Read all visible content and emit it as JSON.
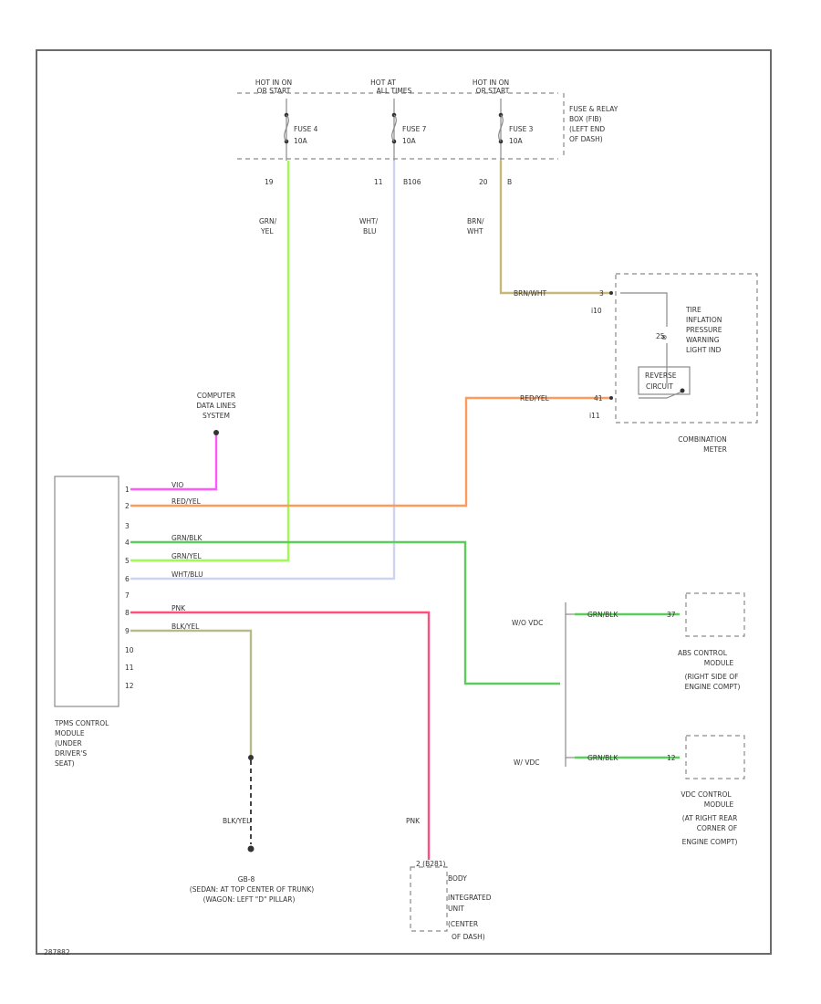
{
  "colors": {
    "green_yellow": "#9efb52",
    "brown_white": "#c8b77a",
    "white_blue": "#cfd3f2",
    "red_yellow": "#ff9b5a",
    "violet": "#ff58ff",
    "green_blue": "#5ccc5c",
    "pink": "#ff4f7f",
    "black_yellow": "#b9ba8a",
    "frame": "#6b6b6b"
  },
  "fuse_box": {
    "feeds": [
      {
        "label1": "HOT IN ON",
        "label2": "OR START"
      },
      {
        "label1": "HOT AT",
        "label2": "ALL TIMES"
      },
      {
        "label1": "HOT IN ON",
        "label2": "OR START"
      }
    ],
    "fuses": [
      {
        "name": "FUSE 4",
        "rating": "10A"
      },
      {
        "name": "FUSE 7",
        "rating": "10A"
      },
      {
        "name": "FUSE 3",
        "rating": "10A"
      }
    ],
    "location": [
      "FUSE & RELAY",
      "BOX (FIB)",
      "(LEFT END",
      "OF DASH)"
    ],
    "pins": [
      {
        "pin": "19",
        "conn": ""
      },
      {
        "pin": "11",
        "conn": "B106"
      },
      {
        "pin": "20",
        "conn": "B"
      }
    ]
  },
  "wires": {
    "fuse4": [
      "GRN/",
      "YEL"
    ],
    "fuse7": [
      "WHT/",
      "BLU"
    ],
    "fuse3": [
      "BRN/",
      "WHT"
    ],
    "meter_power": "BRN/WHT",
    "meter_signal": "RED/YEL",
    "ground_run": "BLK/YEL",
    "bcm_run": "PNK",
    "abs_run": "GRN/BLK",
    "vdc_run": "GRN/BLK"
  },
  "tpms": {
    "label": [
      "TPMS CONTROL",
      "MODULE",
      "(UNDER",
      "DRIVER'S",
      "SEAT)"
    ],
    "pins": [
      {
        "pin": "1",
        "wire": "VIO"
      },
      {
        "pin": "2",
        "wire": "RED/YEL"
      },
      {
        "pin": "3",
        "wire": ""
      },
      {
        "pin": "4",
        "wire": "GRN/BLK"
      },
      {
        "pin": "5",
        "wire": "GRN/YEL"
      },
      {
        "pin": "6",
        "wire": "WHT/BLU"
      },
      {
        "pin": "7",
        "wire": ""
      },
      {
        "pin": "8",
        "wire": "PNK"
      },
      {
        "pin": "9",
        "wire": "BLK/YEL"
      },
      {
        "pin": "10",
        "wire": ""
      },
      {
        "pin": "11",
        "wire": ""
      },
      {
        "pin": "12",
        "wire": ""
      }
    ]
  },
  "data_lines": [
    "COMPUTER",
    "DATA LINES",
    "SYSTEM"
  ],
  "meter": {
    "pins": [
      {
        "pin": "3",
        "conn": "i10"
      },
      {
        "pin": "41",
        "conn": "i11"
      }
    ],
    "internal_pin": "25",
    "warning_label": [
      "TIRE",
      "INFLATION",
      "PRESSURE",
      "WARNING",
      "LIGHT IND"
    ],
    "reverse_label": [
      "REVERSE",
      "CIRCUIT"
    ],
    "name": [
      "COMBINATION",
      "METER"
    ]
  },
  "vdc_options": {
    "without": "W/O VDC",
    "with": "W/ VDC"
  },
  "abs": {
    "pin": "37",
    "label": [
      "ABS CONTROL",
      "MODULE",
      "(RIGHT SIDE OF",
      "ENGINE COMPT)"
    ]
  },
  "vdc": {
    "pin": "12",
    "label": [
      "VDC CONTROL",
      "MODULE",
      "(AT RIGHT REAR",
      "CORNER OF",
      "ENGINE COMPT)"
    ]
  },
  "ground": {
    "name": "GB-8",
    "location": [
      "(SEDAN: AT TOP CENTER OF TRUNK)",
      "(WAGON: LEFT \"D\" PILLAR)"
    ]
  },
  "bcm": {
    "pin": "2 (B281)",
    "label": [
      "BODY",
      "INTEGRATED",
      "UNIT",
      "(CENTER",
      "OF DASH)"
    ]
  },
  "page_code": "287882"
}
